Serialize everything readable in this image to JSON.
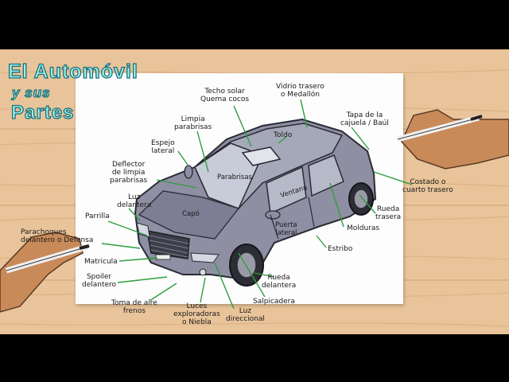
{
  "title": {
    "line1": "El Automóvil",
    "line2": "y sus",
    "line3": "Partes"
  },
  "colors": {
    "title_fill": "#9ff3ec",
    "title_outline": "#1b6f7a",
    "arrow": "#2e9e3e",
    "car_body": "#8e8fa3",
    "wood": "#e9c49a"
  },
  "labels": {
    "techo_solar": "Techo solar\nQuema cocos",
    "vidrio_trasero": "Vidrio trasero\no Medallón",
    "tapa_cajuela": "Tapa de la\ncajuela / Baúl",
    "limpia_parabrisas": "Limpia\nparabrisas",
    "espejo_lateral": "Espejo\nlateral",
    "toldo": "Toldo",
    "deflector": "Deflector\nde limpia\nparabrisas",
    "costado": "Costado o\ncuarto trasero",
    "luz_delantera": "Luz\ndelantera",
    "parrilla": "Parrilla",
    "parachoques": "Parachoques\ndelantero o Defensa",
    "matricula": "Matricula",
    "spoiler": "Spoiler\ndelantero",
    "toma_aire": "Toma de aire\nfrenos",
    "luces_exploradoras": "Luces\nexploradoras\no Niebla",
    "luz_direccional": "Luz\ndireccional",
    "salpicadera": "Salpicadera",
    "rueda_delantera": "Rueda\ndelantera",
    "estribo": "Estribo",
    "molduras": "Molduras",
    "rueda_trasera": "Rueda\ntrasera"
  },
  "car_labels": {
    "parabrisas": "Parabrisas",
    "ventana": "Ventana",
    "capo": "Capó",
    "puerta_lateral": "Puerta\nlateral"
  }
}
